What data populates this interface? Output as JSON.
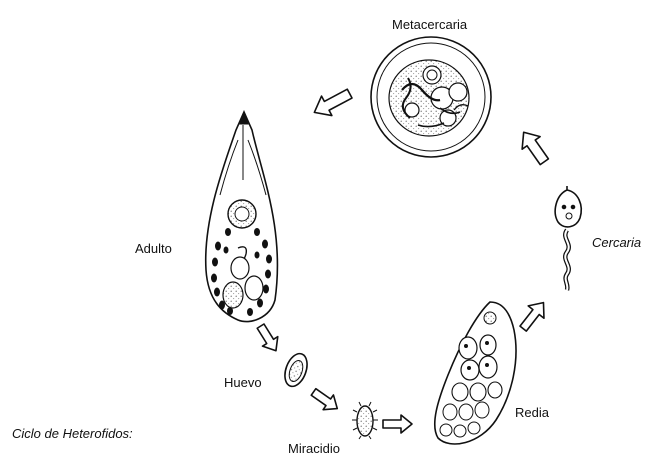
{
  "diagram": {
    "caption": "Ciclo de Heterofidos:",
    "stages": {
      "metacercaria": "Metacercaria",
      "adulto": "Adulto",
      "huevo": "Huevo",
      "miracidio": "Miracidio",
      "redia": "Redia",
      "cercaria": "Cercaria"
    }
  },
  "colors": {
    "ink": "#111111",
    "background": "#ffffff"
  },
  "icons": [
    "cycle-arrow-icon"
  ]
}
